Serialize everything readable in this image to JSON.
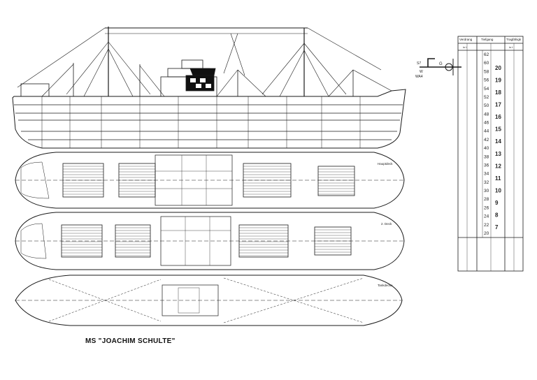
{
  "caption": "MS \"JOACHIM SCHULTE\"",
  "views": {
    "deck_upper": "Hauptdeck",
    "deck_mid": "2. Deck",
    "deck_lower": "Tankdecke"
  },
  "scale_table": {
    "headers": [
      "Verdrang",
      "Tiefgang",
      "Tragfähigk"
    ],
    "units": [
      "in t",
      "",
      "in t"
    ],
    "depth_values": [
      "62",
      "60",
      "58",
      "56",
      "54",
      "52",
      "50",
      "48",
      "46",
      "44",
      "42",
      "40",
      "38",
      "36",
      "34",
      "32",
      "30",
      "28",
      "26",
      "24",
      "22",
      "20"
    ],
    "right_values": [
      "20",
      "19",
      "18",
      "17",
      "16",
      "15",
      "14",
      "13",
      "12",
      "11",
      "10",
      "9",
      "8",
      "7"
    ]
  },
  "waterline": {
    "labels": [
      "S7",
      "W",
      "WA4",
      "G"
    ]
  }
}
